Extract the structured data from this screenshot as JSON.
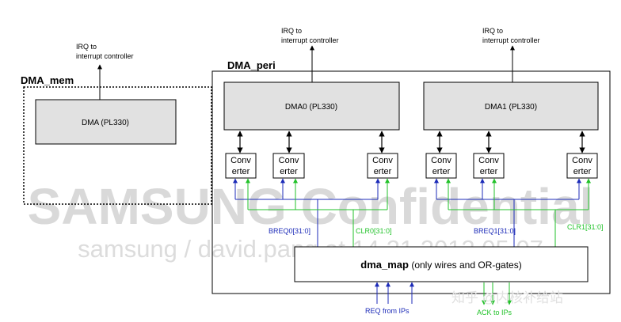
{
  "dma_mem": {
    "title": "DMA_mem",
    "dma_label": "DMA (PL330)",
    "irq_label_line1": "IRQ to",
    "irq_label_line2": "interrupt controller"
  },
  "dma_peri": {
    "title": "DMA_peri",
    "dma0_label": "DMA0 (PL330)",
    "dma1_label": "DMA1 (PL330)",
    "irq0_line1": "IRQ to",
    "irq0_line2": "interrupt controller",
    "irq1_line1": "IRQ to",
    "irq1_line2": "interrupt controller",
    "converter_line1": "Conv",
    "converter_line2": "erter",
    "breq0": "BREQ0[31:0]",
    "clr0": "CLR0[31:0]",
    "breq1": "BREQ1[31:0]",
    "clr1": "CLR1[31:0]",
    "dma_map_title": "dma_map",
    "dma_map_note": " (only wires and OR-gates)",
    "req_label": "REQ from IPs",
    "ack_label": "ACK to IPs"
  },
  "watermark": {
    "line1": "SAMSUNG Confidential",
    "line2": "samsung / david.pang at 14.21.2012.05.07",
    "cn_mark": "知乎 @内核补给站"
  },
  "colors": {
    "box_fill": "#e1e1e1",
    "line": "#000000",
    "breq_blue": "#1c2bb8",
    "clr_green": "#22c22a",
    "watermark": "#d2d2d2"
  }
}
